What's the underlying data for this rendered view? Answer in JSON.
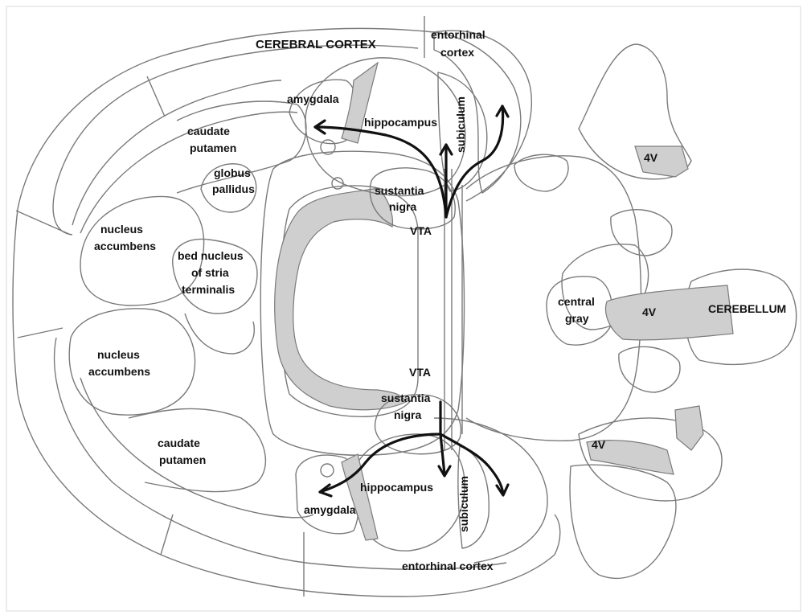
{
  "labels": {
    "cerebral_cortex": "CEREBRAL CORTEX",
    "entorhinal_top_1": "entorhinal",
    "entorhinal_top_2": "cortex",
    "amygdala_top": "amygdala",
    "hippocampus_top": "hippocampus",
    "subiculum_top": "subiculum",
    "caudate_top_1": "caudate",
    "caudate_top_2": "putamen",
    "globus_1": "globus",
    "globus_2": "pallidus",
    "sn_top_1": "sustantia",
    "sn_top_2": "nigra",
    "vta_top": "VTA",
    "nacc_top_1": "nucleus",
    "nacc_top_2": "accumbens",
    "bnst_1": "bed nucleus",
    "bnst_2": "of stria",
    "bnst_3": "terminalis",
    "v4_top": "4V",
    "central_gray_1": "central",
    "central_gray_2": "gray",
    "v4_mid": "4V",
    "cerebellum": "CEREBELLUM",
    "nacc_bottom_1": "nucleus",
    "nacc_bottom_2": "accumbens",
    "vta_bottom": "VTA",
    "sn_bottom_1": "sustantia",
    "sn_bottom_2": "nigra",
    "caudate_bottom_1": "caudate",
    "caudate_bottom_2": "putamen",
    "v4_bottom": "4V",
    "hippocampus_bottom": "hippocampus",
    "subiculum_bottom": "subiculum",
    "amygdala_bottom": "amygdala",
    "entorhinal_bottom": "entorhinal cortex"
  },
  "colors": {
    "outline": "#7a7a7a",
    "shaded": "#cfcfcf",
    "arrow": "#111111"
  }
}
